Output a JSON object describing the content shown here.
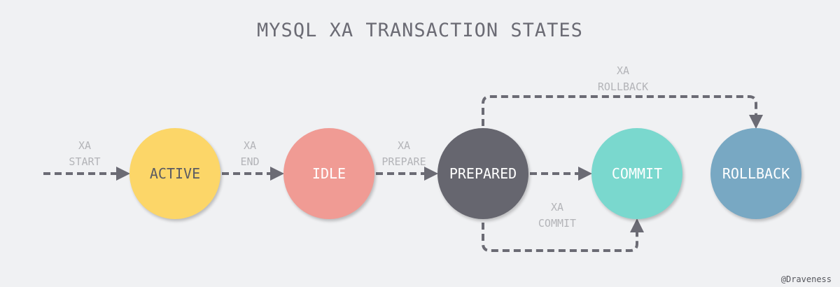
{
  "title": "MYSQL XA TRANSACTION STATES",
  "credit": "@Draveness",
  "colors": {
    "background": "#f0f1f3",
    "edge": "#6b6b74",
    "edge_label": "#b3b4b8"
  },
  "nodes": {
    "active": {
      "label": "ACTIVE",
      "color": "#fcd668",
      "text_color": "#5a5b63"
    },
    "idle": {
      "label": "IDLE",
      "color": "#f09b94",
      "text_color": "#ffffff"
    },
    "prepared": {
      "label": "PREPARED",
      "color": "#66666f",
      "text_color": "#ffffff"
    },
    "commit": {
      "label": "COMMIT",
      "color": "#7ad8ce",
      "text_color": "#ffffff"
    },
    "rollback": {
      "label": "ROLLBACK",
      "color": "#78a8c3",
      "text_color": "#ffffff"
    }
  },
  "edges": {
    "start": {
      "line1": "XA",
      "line2": "START"
    },
    "end": {
      "line1": "XA",
      "line2": "END"
    },
    "prepare": {
      "line1": "XA",
      "line2": "PREPARE"
    },
    "rollback": {
      "line1": "XA",
      "line2": "ROLLBACK"
    },
    "commit": {
      "line1": "XA",
      "line2": "COMMIT"
    }
  }
}
